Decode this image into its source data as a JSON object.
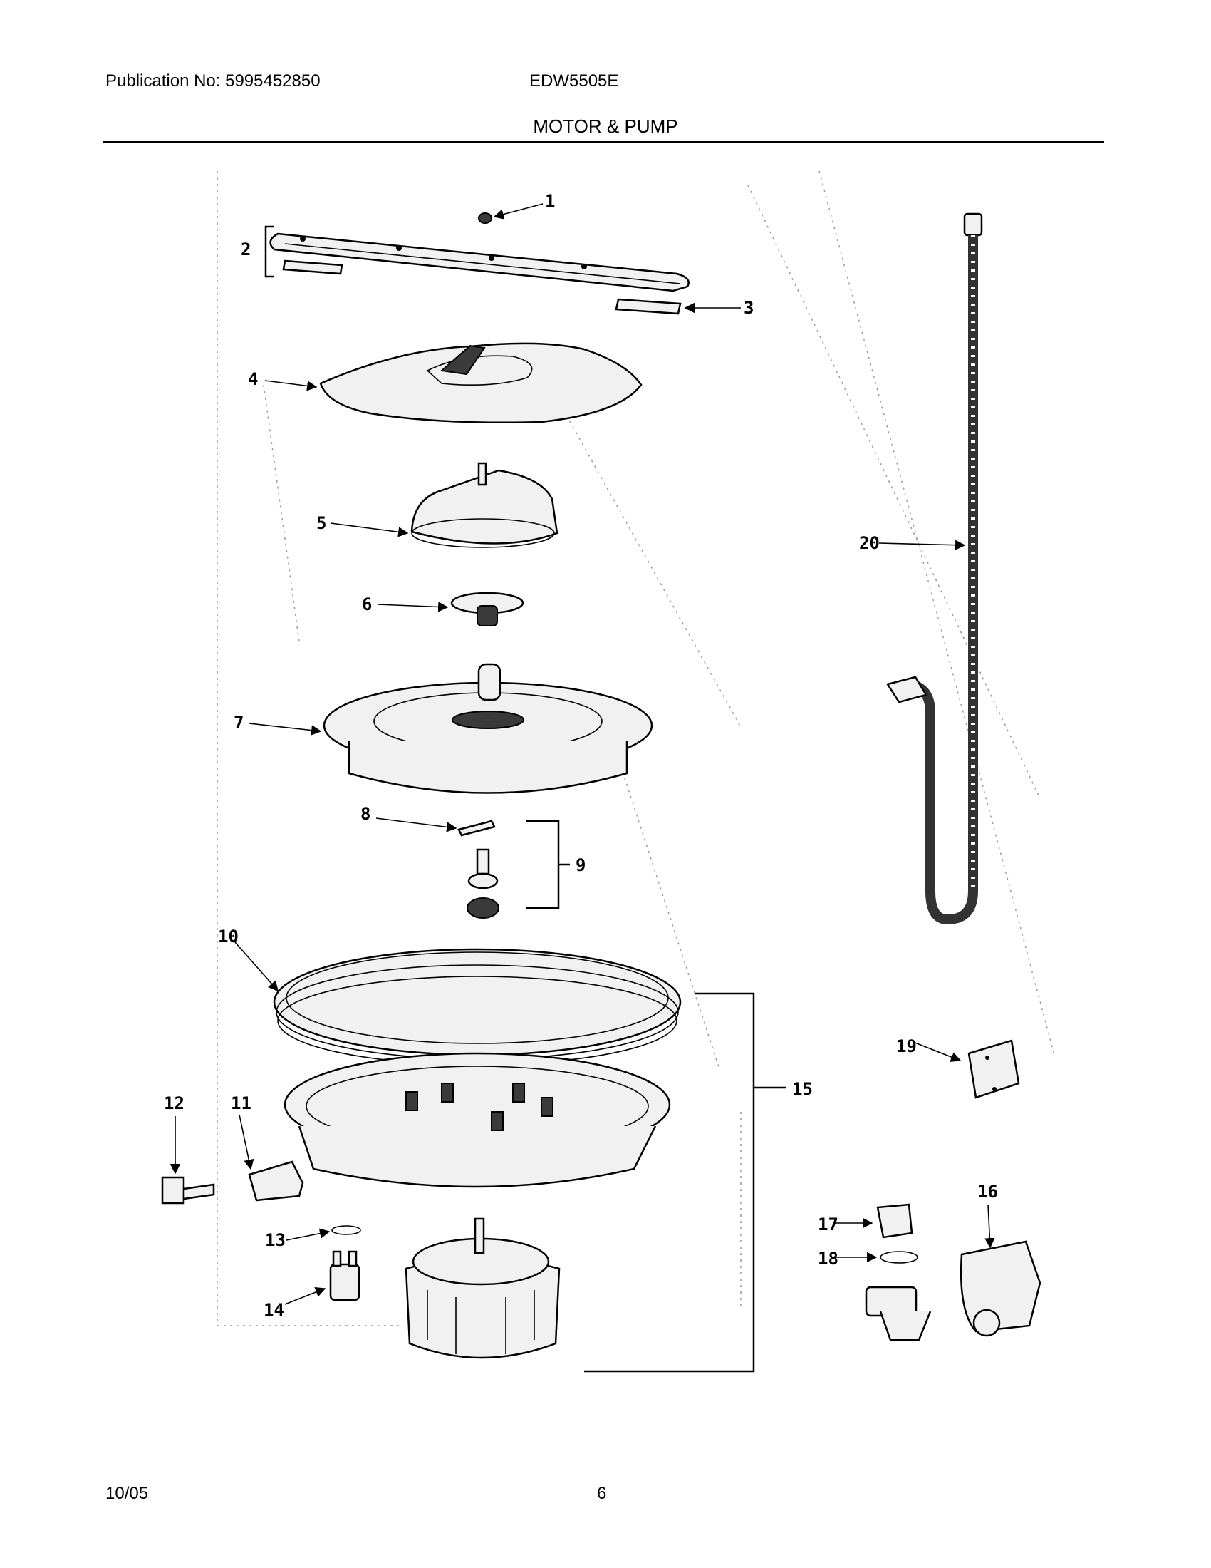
{
  "header": {
    "publication": "Publication No: 5995452850",
    "model": "EDW5505E",
    "section_title": "MOTOR & PUMP"
  },
  "footer": {
    "date": "10/05",
    "page_number": "6"
  },
  "callouts": [
    "1",
    "2",
    "3",
    "4",
    "5",
    "6",
    "7",
    "8",
    "9",
    "10",
    "11",
    "12",
    "13",
    "14",
    "15",
    "16",
    "17",
    "18",
    "19",
    "20"
  ]
}
